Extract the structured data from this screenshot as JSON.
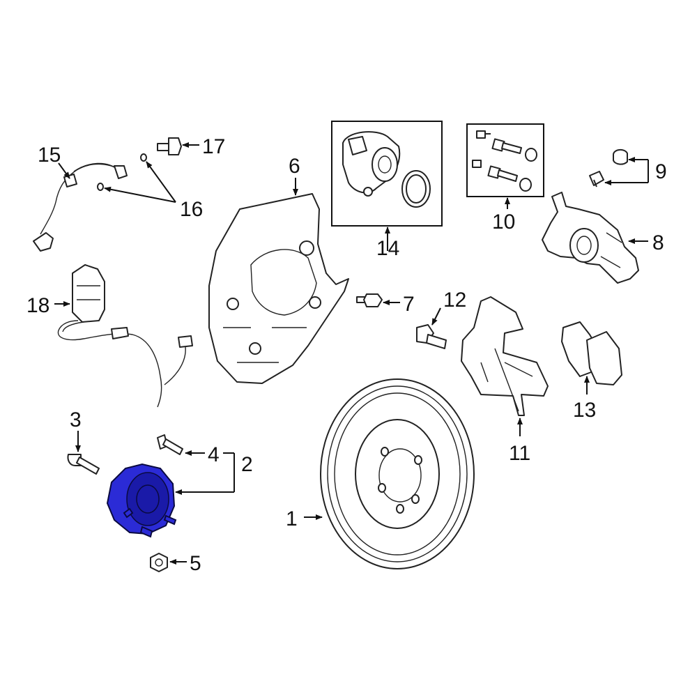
{
  "diagram": {
    "highlight_color": "#2b2bd6",
    "callouts": [
      {
        "id": "1",
        "text": "1"
      },
      {
        "id": "2",
        "text": "2"
      },
      {
        "id": "3",
        "text": "3"
      },
      {
        "id": "4",
        "text": "4"
      },
      {
        "id": "5",
        "text": "5"
      },
      {
        "id": "6",
        "text": "6"
      },
      {
        "id": "7",
        "text": "7"
      },
      {
        "id": "8",
        "text": "8"
      },
      {
        "id": "9",
        "text": "9"
      },
      {
        "id": "10",
        "text": "10"
      },
      {
        "id": "11",
        "text": "11"
      },
      {
        "id": "12",
        "text": "12"
      },
      {
        "id": "13",
        "text": "13"
      },
      {
        "id": "14",
        "text": "14"
      },
      {
        "id": "15",
        "text": "15"
      },
      {
        "id": "16",
        "text": "16"
      },
      {
        "id": "17",
        "text": "17"
      },
      {
        "id": "18",
        "text": "18"
      }
    ],
    "highlighted_part": "2"
  }
}
